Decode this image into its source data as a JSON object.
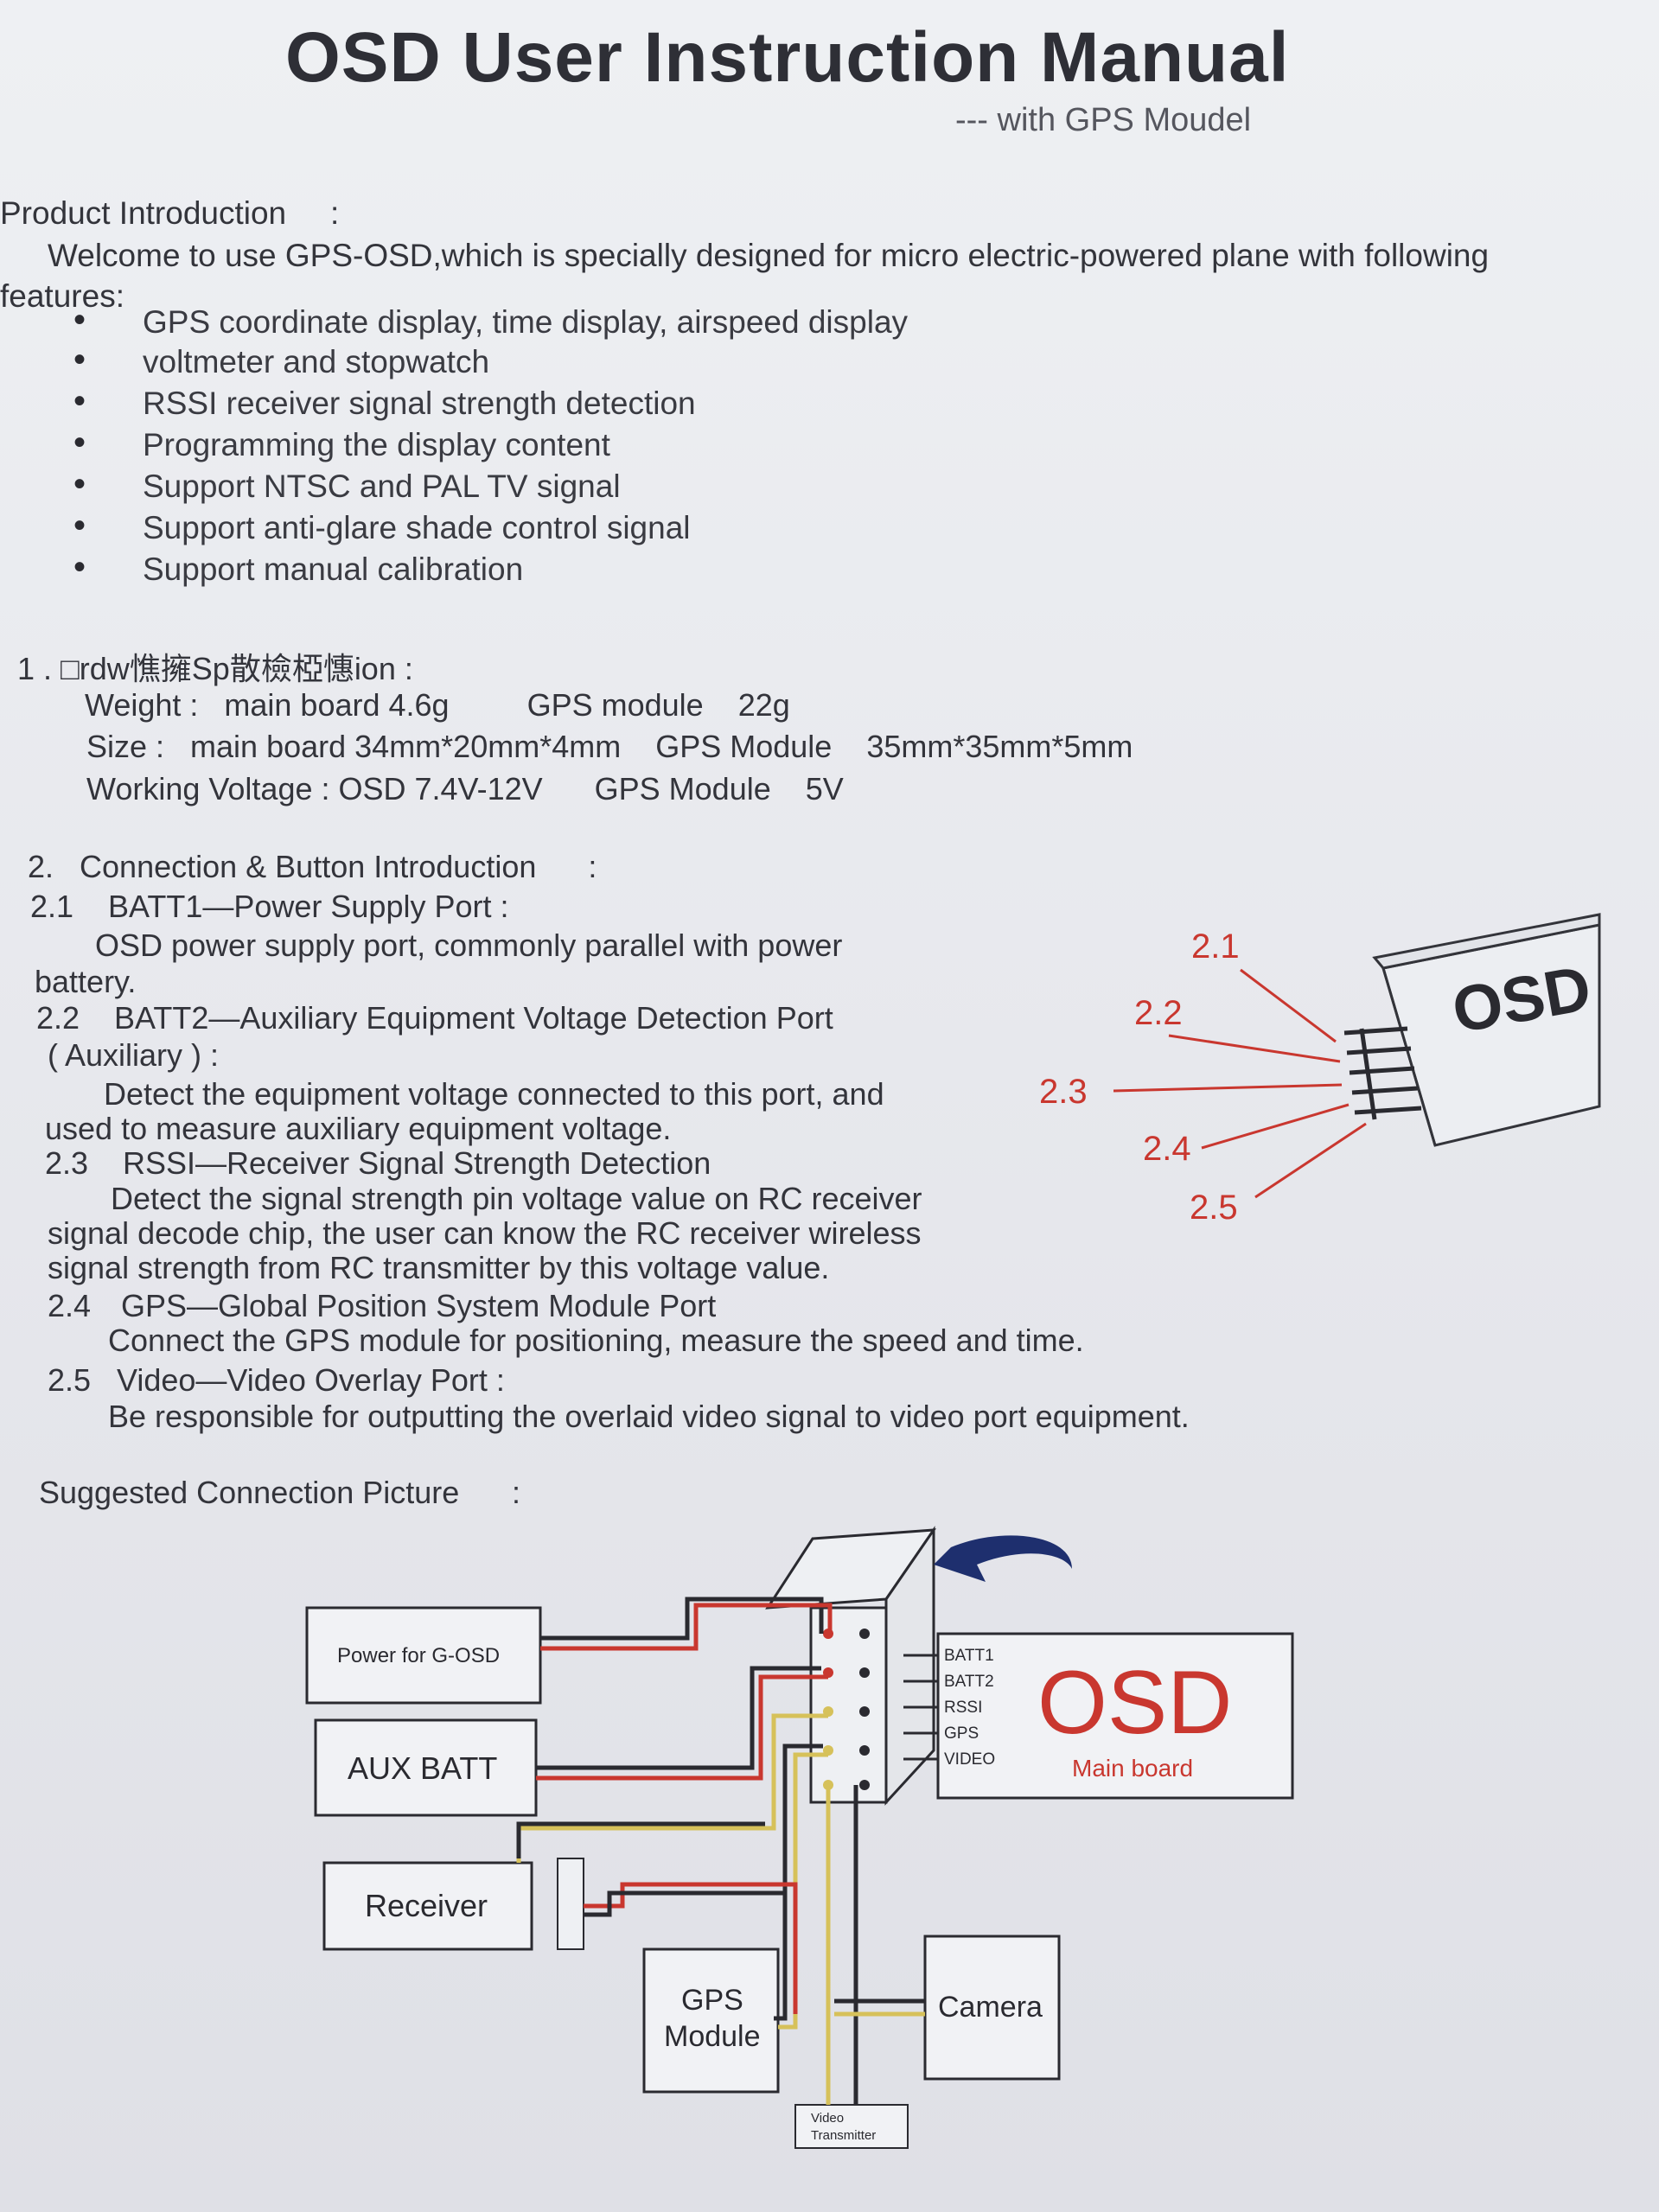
{
  "header": {
    "title": "OSD User Instruction Manual",
    "subtitle": "--- with GPS Moudel"
  },
  "intro": {
    "heading": "Product Introduction",
    "colon": ":",
    "welcome_line1": "Welcome to use GPS-OSD,which is specially designed for micro electric-powered plane with following",
    "welcome_line2": "features:",
    "features": [
      "GPS coordinate display, time display, airspeed display",
      "voltmeter and stopwatch",
      "RSSI receiver signal strength detection",
      "Programming the display content",
      "Support NTSC and PAL TV signal",
      "Support anti-glare shade control signal",
      "Support manual calibration"
    ]
  },
  "section1": {
    "heading": "1 . □rdw憔擁Sp散檢椏憓ion :",
    "weight": "Weight :   main board 4.6g         GPS module    22g",
    "size": "Size :   main board 34mm*20mm*4mm    GPS Module    35mm*35mm*5mm",
    "voltage": "Working Voltage : OSD 7.4V-12V      GPS Module    5V"
  },
  "section2": {
    "heading": "2.   Connection & Button Introduction      :",
    "items": [
      {
        "num": "2.1",
        "title": "BATT1—Power Supply Port :",
        "desc1": "OSD power supply port, commonly parallel with power",
        "desc2": "battery."
      },
      {
        "num": "2.2",
        "title": "BATT2—Auxiliary Equipment Voltage Detection Port",
        "sub": "( Auxiliary ) :",
        "desc1": "Detect the equipment voltage connected to this port, and",
        "desc2": "used to measure auxiliary equipment voltage."
      },
      {
        "num": "2.3",
        "title": "RSSI—Receiver Signal Strength Detection",
        "desc1": "Detect the signal strength pin voltage value on RC receiver",
        "desc2": "signal decode chip, the user can know the RC receiver wireless",
        "desc3": "signal strength from RC transmitter by this voltage value."
      },
      {
        "num": "2.4",
        "title": "GPS—Global Position System Module Port",
        "desc1": "Connect the GPS module for positioning, measure the speed and time."
      },
      {
        "num": "2.5",
        "title": "Video—Video Overlay Port :",
        "desc1": "Be responsible for outputting the overlaid video signal to video port equipment."
      }
    ]
  },
  "osd_figure": {
    "label": "OSD",
    "callouts": [
      "2.1",
      "2.2",
      "2.3",
      "2.4",
      "2.5"
    ]
  },
  "connection": {
    "heading": "Suggested Connection Picture",
    "colon": ":",
    "boxes": {
      "power": "Power for G-OSD",
      "aux": "AUX BATT",
      "receiver": "Receiver",
      "gps_line1": "GPS",
      "gps_line2": "Module",
      "camera": "Camera",
      "vtx_line1": "Video",
      "vtx_line2": "Transmitter"
    },
    "main_board": {
      "big_label": "OSD",
      "sub_label": "Main board",
      "pins": [
        "BATT1",
        "BATT2",
        "RSSI",
        "GPS",
        "VIDEO"
      ]
    }
  },
  "colors": {
    "accent_red": "#c9372f",
    "arrow_blue": "#1e2f6e",
    "wire_yellow": "#d6c15a",
    "wire_black": "#2a2a2a"
  }
}
